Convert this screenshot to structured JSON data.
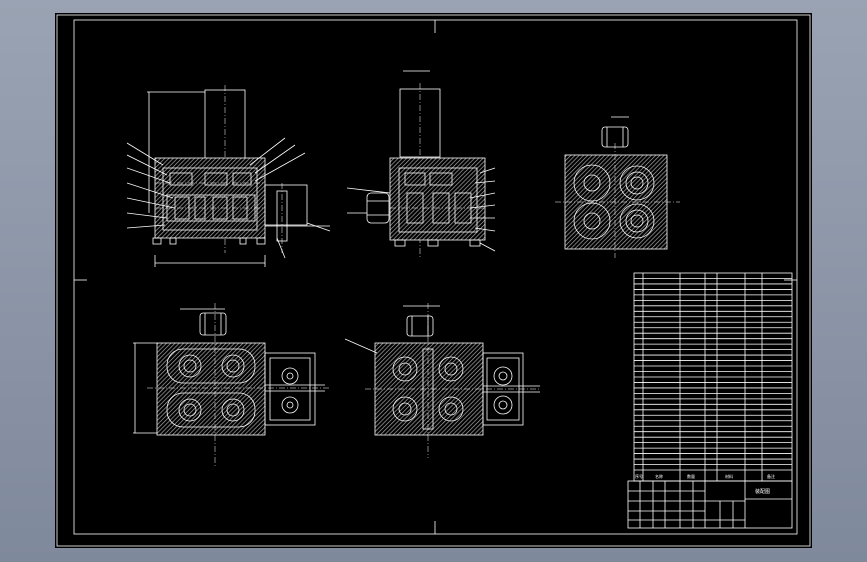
{
  "title_block": {
    "drawing_title": "装配图"
  },
  "parts_list": {
    "header": [
      "序号",
      "名称",
      "数量",
      "材料",
      "备注"
    ],
    "row_count": 36
  },
  "colors": {
    "viewport_bg": "#8a93a6",
    "sheet_bg": "#000000",
    "line": "#ffffff",
    "section_hatch": "#9a9a9a"
  }
}
